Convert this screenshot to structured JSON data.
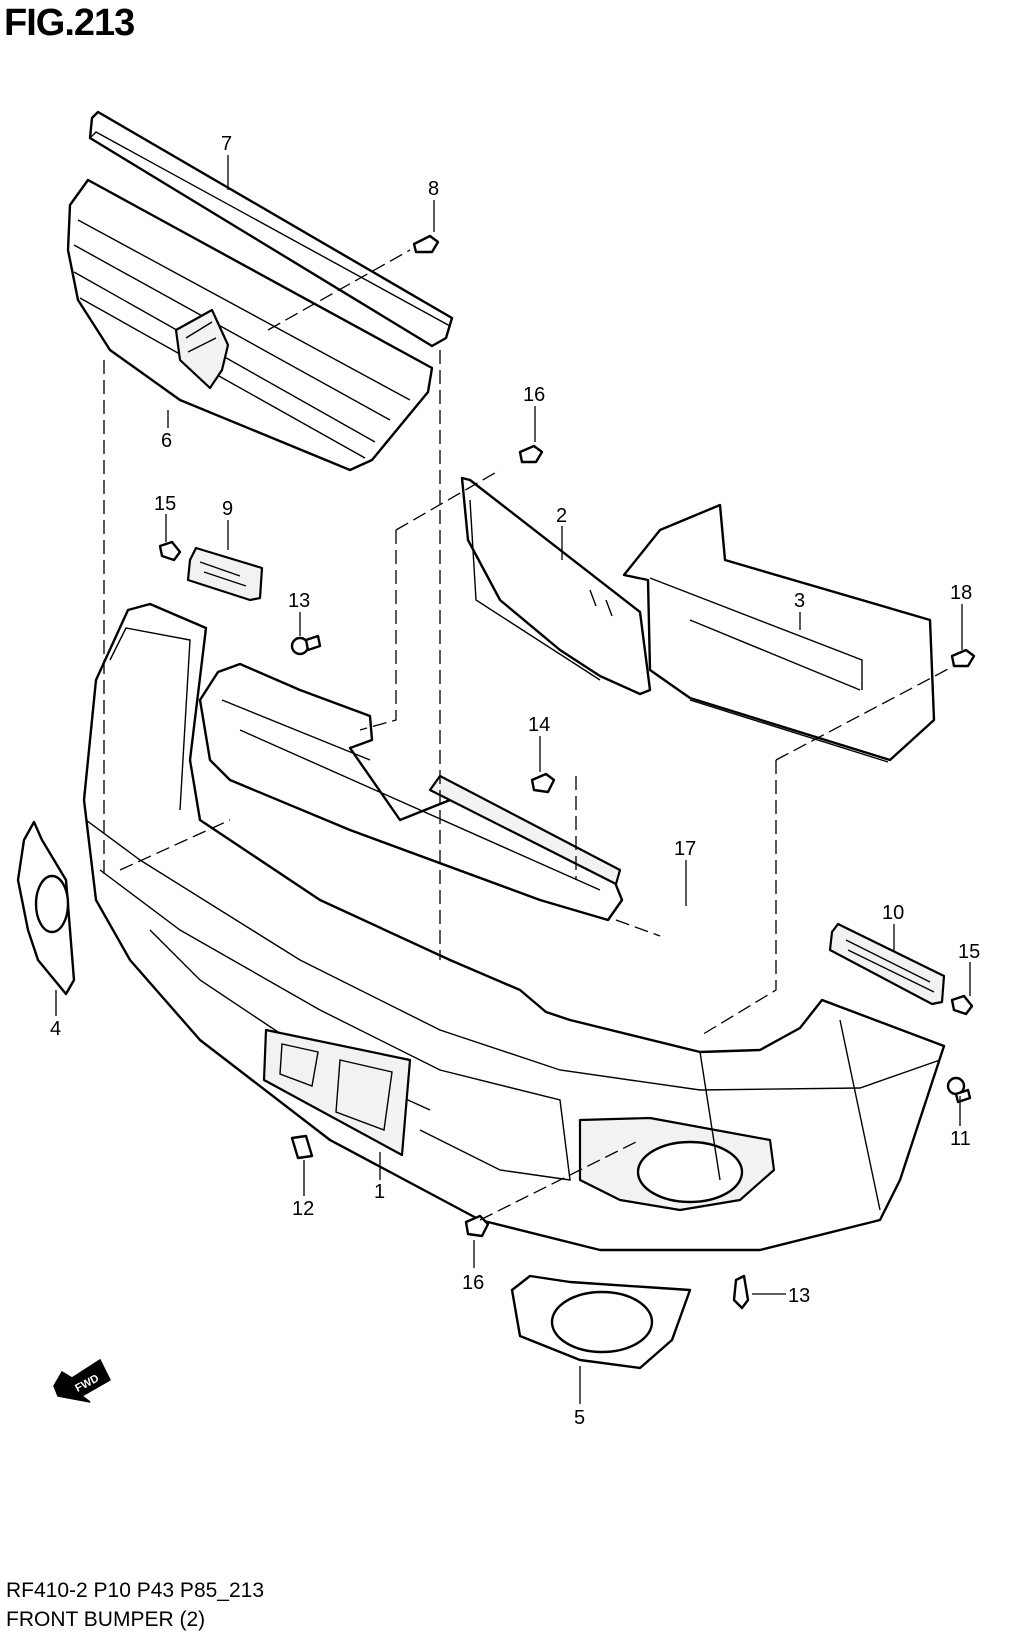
{
  "figure": {
    "title": "FIG.213",
    "footer_code": "RF410-2 P10 P43 P85_213",
    "footer_title": "FRONT BUMPER (2)"
  },
  "direction_badge": {
    "label": "FWD",
    "icon": "forward-arrow-icon"
  },
  "callouts": {
    "c1": "1",
    "c2": "2",
    "c3": "3",
    "c4": "4",
    "c5": "5",
    "c6": "6",
    "c7": "7",
    "c8": "8",
    "c9": "9",
    "c10": "10",
    "c11": "11",
    "c12": "12",
    "c13a": "13",
    "c13b": "13",
    "c14": "14",
    "c15a": "15",
    "c15b": "15",
    "c16a": "16",
    "c16b": "16",
    "c17": "17",
    "c18": "18"
  }
}
